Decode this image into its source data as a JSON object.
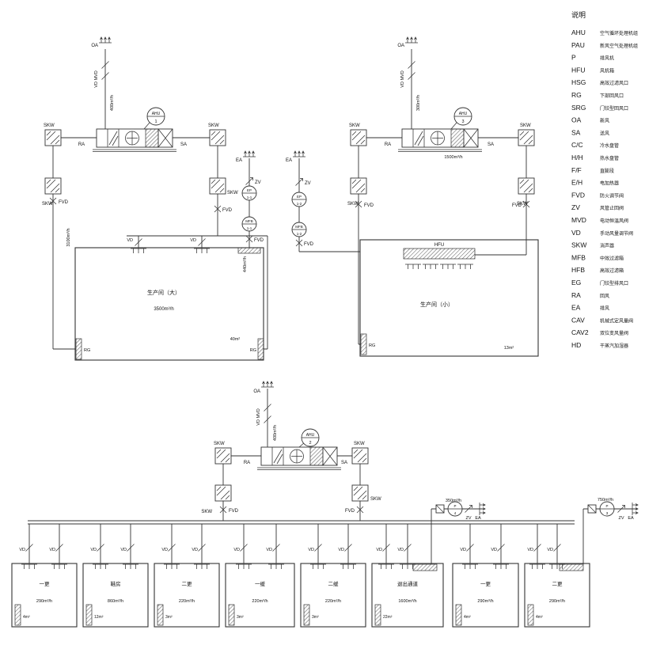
{
  "legend": {
    "title": "说明",
    "items": [
      {
        "abbr": "AHU",
        "desc": "空气循环处理机组"
      },
      {
        "abbr": "PAU",
        "desc": "新风空气处理机组"
      },
      {
        "abbr": "P",
        "desc": "排风机"
      },
      {
        "abbr": "HFU",
        "desc": "风机箱"
      },
      {
        "abbr": "HSG",
        "desc": "高效过滤风口"
      },
      {
        "abbr": "RG",
        "desc": "下部回风口"
      },
      {
        "abbr": "SRG",
        "desc": "门铰型回风口"
      },
      {
        "abbr": "OA",
        "desc": "新风"
      },
      {
        "abbr": "SA",
        "desc": "送风"
      },
      {
        "abbr": "C/C",
        "desc": "冷水盘管"
      },
      {
        "abbr": "H/H",
        "desc": "热水盘管"
      },
      {
        "abbr": "F/F",
        "desc": "直膨段"
      },
      {
        "abbr": "E/H",
        "desc": "电加热器"
      },
      {
        "abbr": "FVD",
        "desc": "防火调节阀"
      },
      {
        "abbr": "ZV",
        "desc": "风管止回阀"
      },
      {
        "abbr": "MVD",
        "desc": "电动恒温风阀"
      },
      {
        "abbr": "VD",
        "desc": "手动风量调节阀"
      },
      {
        "abbr": "SKW",
        "desc": "消声器"
      },
      {
        "abbr": "MFB",
        "desc": "中效过滤箱"
      },
      {
        "abbr": "HFB",
        "desc": "高效过滤箱"
      },
      {
        "abbr": "EG",
        "desc": "门铰型排风口"
      },
      {
        "abbr": "RA",
        "desc": "回风"
      },
      {
        "abbr": "EA",
        "desc": "排风"
      },
      {
        "abbr": "CAV",
        "desc": "机械式定风量阀"
      },
      {
        "abbr": "CAV2",
        "desc": "双位变风量阀"
      },
      {
        "abbr": "HD",
        "desc": "干蒸汽加湿器"
      }
    ]
  },
  "labels": {
    "oa": "OA",
    "ra": "RA",
    "sa": "SA",
    "ea": "EA",
    "skw": "SKW",
    "fvd": "FVD",
    "vd": "VD",
    "zv": "ZV",
    "rg": "RG",
    "hfu": "HFU",
    "vd_mvd": "VD MVD"
  },
  "system1": {
    "tag": "AHU",
    "no": "1",
    "oa_flow": "400m³/h",
    "return_flow": "3100m³/h",
    "exhaust_flow": "440m³/h",
    "ep_tag": "EP",
    "ep_no": "1-1",
    "mfb_tag": "MFB",
    "mfb_no": "1-1",
    "room": {
      "name": "生产间（大）",
      "flow": "3500m³/h",
      "area": "40m²"
    }
  },
  "system3": {
    "tag": "AHU",
    "no": "3",
    "oa_flow": "300m³/h",
    "supply_flow": "1500m³/h",
    "ep_tag": "EP",
    "ep_no": "1-2",
    "mfb_tag": "MFB",
    "mfb_no": "1-2",
    "room": {
      "name": "生产间（小）",
      "area": "13m²"
    }
  },
  "system2": {
    "tag": "AHU",
    "no": "2",
    "oa_flow": "400m³/h",
    "exhaust1": {
      "flow": "350m³/h",
      "fan_tag": "P",
      "fan_no": "4"
    },
    "exhaust2": {
      "flow": "750m³/h",
      "fan_tag": "P",
      "fan_no": "3"
    }
  },
  "rooms": [
    {
      "name": "一更",
      "flow": "290m³/h",
      "area": "4m²"
    },
    {
      "name": "鞋房",
      "flow": "860m³/h",
      "area": "12m²"
    },
    {
      "name": "二更",
      "flow": "220m³/h",
      "area": "3m²"
    },
    {
      "name": "一缓",
      "flow": "220m³/h",
      "area": "3m²"
    },
    {
      "name": "二缓",
      "flow": "220m³/h",
      "area": "3m²"
    },
    {
      "name": "退出通道",
      "flow": "1600m³/h",
      "area": "22m²"
    },
    {
      "name": "一更",
      "flow": "290m³/h",
      "area": "4m²"
    },
    {
      "name": "二更",
      "flow": "290m³/h",
      "area": "4m²"
    }
  ]
}
